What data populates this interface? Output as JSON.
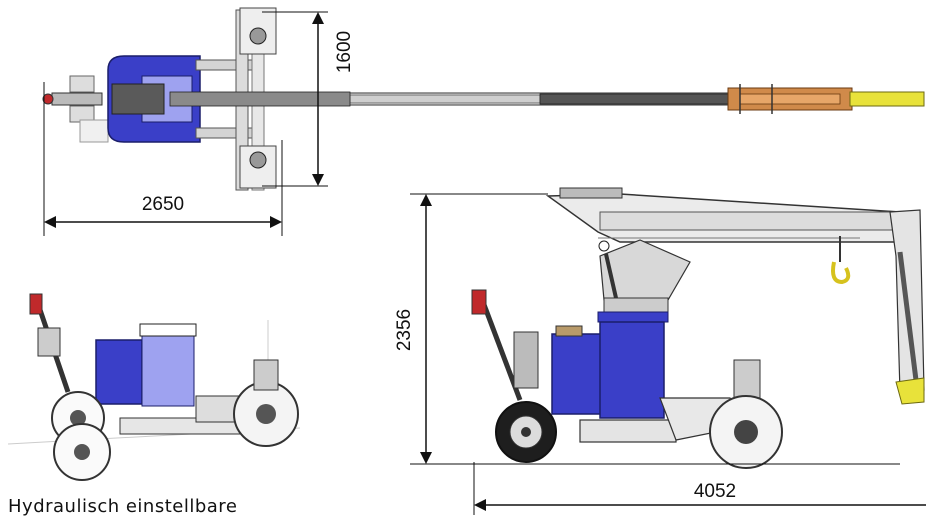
{
  "dimensions": {
    "width_top": "1600",
    "length_top": "2650",
    "height_side": "2356",
    "length_side": "4052"
  },
  "caption": "Hydraulisch einstellbare",
  "colors": {
    "body_blue": "#3a3fc8",
    "boom_orange": "#d08a4a",
    "hook_yellow": "#e8e23a",
    "frame_gray": "#c8c8c8",
    "line": "#111111"
  }
}
